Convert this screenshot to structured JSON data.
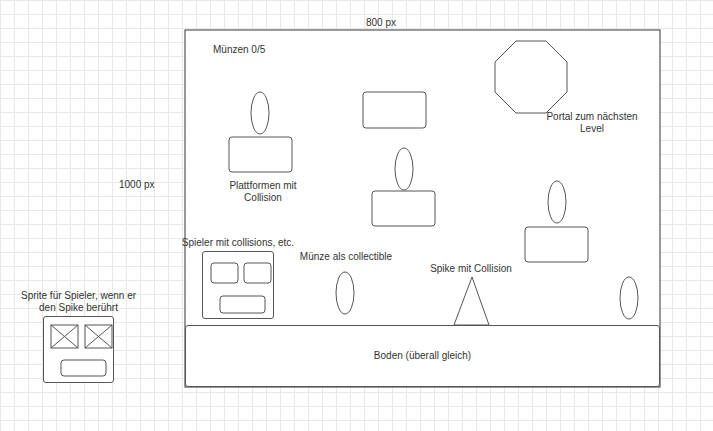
{
  "diagram": {
    "nodes": [
      {
        "text": [
          "Boden (überall gleich)"
        ]
      },
      {
        "text": [
          "Spieler mit collisions, etc."
        ]
      },
      {
        "text": [
          "Sprite für Spieler, wenn er den Spike berührt"
        ]
      }
    ],
    "labels": [
      "800 px",
      "1000 px",
      "Münzen 0/5",
      "Plattformen mit Collision",
      "Münze als collectible",
      "Spike mit Collision",
      "Portal zum nächsten Level"
    ]
  }
}
